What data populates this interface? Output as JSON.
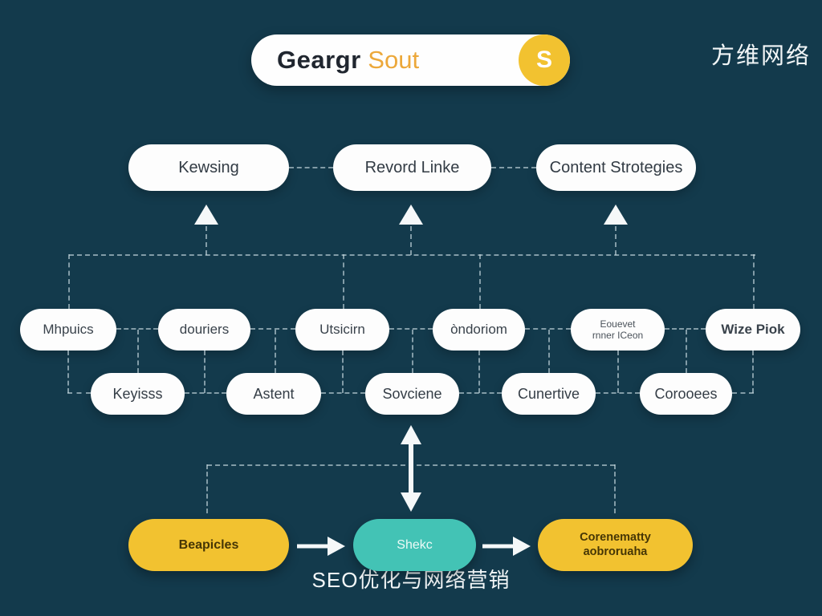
{
  "colors": {
    "background": "#133a4c",
    "pill_white": "#fdfdfd",
    "accent_yellow": "#f2c230",
    "accent_teal": "#43c3b5",
    "search_text_dark": "#20262f",
    "search_text_accent": "#eca83a",
    "dash_line": "#c6d8df"
  },
  "search": {
    "primary": "Geargr",
    "secondary": " Sout",
    "button_letter": "S"
  },
  "header": {
    "watermark": "方维网络"
  },
  "row1": {
    "pills": [
      {
        "label": "Kewsing"
      },
      {
        "label": "Revord Linke"
      },
      {
        "label": "Content Strotegies"
      }
    ]
  },
  "row2": {
    "pills": [
      {
        "label": "Mhpuics"
      },
      {
        "label": "douriers"
      },
      {
        "label": "Utsicirn"
      },
      {
        "label": "òndoriom"
      },
      {
        "line1": "Eouevet",
        "line2": "rnner ICeon"
      },
      {
        "label": "Wize Piok"
      }
    ]
  },
  "row3": {
    "pills": [
      {
        "label": "Keyisss"
      },
      {
        "label": "Astent"
      },
      {
        "label": "Sovciene"
      },
      {
        "label": "Cunertive"
      },
      {
        "label": "Corooees"
      }
    ]
  },
  "bottom": {
    "pills": [
      {
        "label": "Beapicles"
      },
      {
        "label": "Shekc"
      },
      {
        "line1": "Corenematty",
        "line2": "aobroruaha"
      }
    ]
  },
  "footer": {
    "caption": "SEO优化与网络营销"
  }
}
